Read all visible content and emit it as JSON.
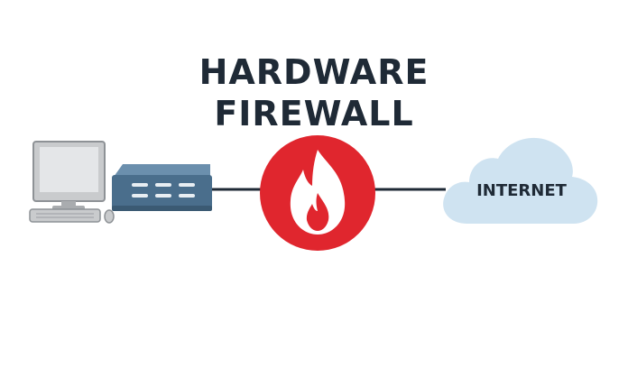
{
  "title": {
    "line1": "HARDWARE",
    "line2": "FIREWALL"
  },
  "nodes": {
    "computer": {
      "icon": "desktop-computer-icon"
    },
    "device": {
      "icon": "firewall-appliance-icon"
    },
    "firewall": {
      "icon": "flame-icon"
    },
    "cloud": {
      "icon": "cloud-icon",
      "label": "INTERNET"
    }
  },
  "colors": {
    "firewall_red": "#e0262e",
    "appliance_blue": "#4a6e8c",
    "cloud_fill": "#cfe3f1",
    "computer_gray": "#c9cbcd",
    "line_dark": "#1f2a36"
  }
}
